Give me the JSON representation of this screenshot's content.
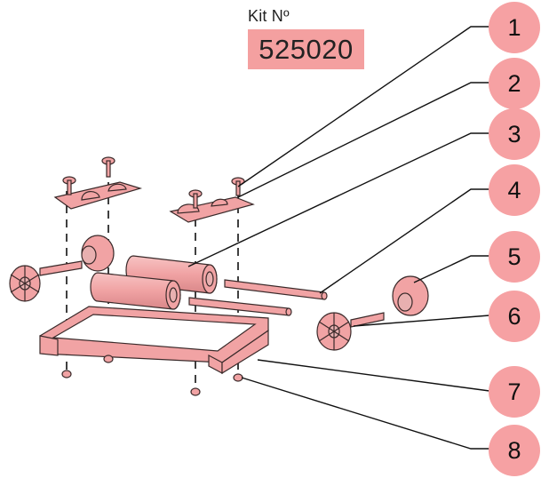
{
  "kit": {
    "label": "Kit Nº",
    "number": "525020"
  },
  "callouts": [
    "1",
    "2",
    "3",
    "4",
    "5",
    "6",
    "7",
    "8"
  ],
  "colors": {
    "part_fill": "#f1a3a4",
    "part_stroke": "#3a2a2a",
    "callout_fill": "#f6a1a3",
    "kit_fill": "#f4a0a0",
    "line": "#111111"
  }
}
